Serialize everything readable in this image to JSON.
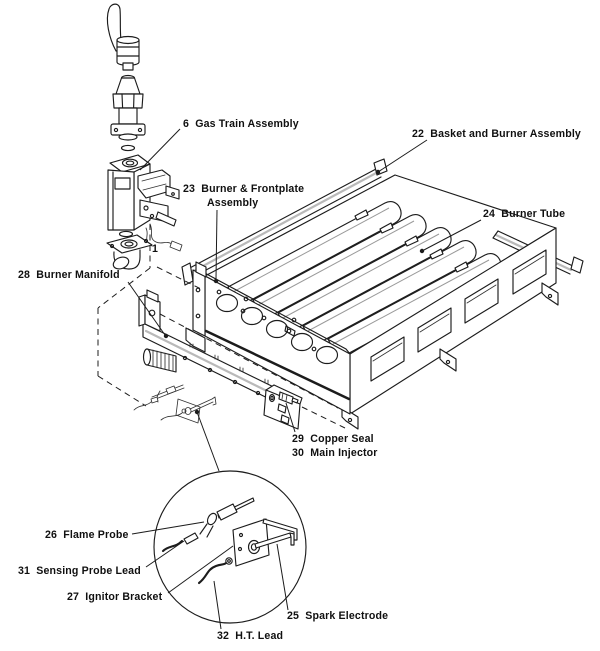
{
  "diagram": {
    "kind": "exploded-parts-diagram",
    "colors": {
      "background": "#ffffff",
      "line": "#1c1c1c",
      "highlight_stripe": "#b9b9b9"
    },
    "callouts": {
      "item1": "1",
      "gas_train": "6  Gas Train Assembly",
      "basket_burner": "22  Basket and Burner Assembly",
      "burner_frontplate_line1": "23  Burner & Frontplate",
      "burner_frontplate_line2": "Assembly",
      "burner_tube": "24  Burner Tube",
      "spark_electrode": "25  Spark Electrode",
      "flame_probe": "26  Flame Probe",
      "ignitor_bracket": "27  Ignitor Bracket",
      "burner_manifold": "28  Burner Manifold",
      "copper_seal": "29  Copper Seal",
      "main_injector": "30  Main Injector",
      "sensing_probe_lead": "31  Sensing Probe Lead",
      "ht_lead": "32  H.T. Lead"
    }
  }
}
